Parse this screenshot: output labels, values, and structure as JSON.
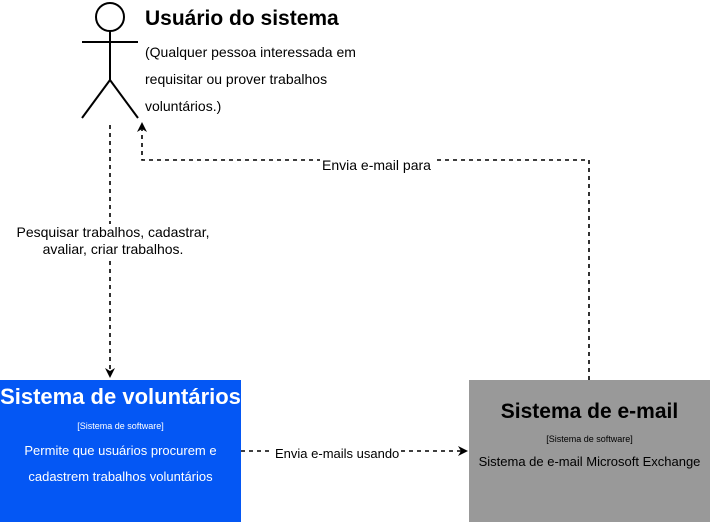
{
  "colors": {
    "voluntarios_fill": "#0457F4",
    "email_fill": "#999999",
    "line": "#000000"
  },
  "actor": {
    "title": "Usuário do sistema",
    "description": "(Qualquer pessoa interessada em requisitar ou prover trabalhos voluntários.)"
  },
  "edges": {
    "user_to_voluntarios": "Pesquisar trabalhos, cadastrar, avaliar, criar trabalhos.",
    "email_to_user": "Envia e-mail para",
    "voluntarios_to_email": "Envia e-mails usando"
  },
  "systems": {
    "voluntarios": {
      "title": "Sistema de voluntários",
      "tag": "[Sistema de software]",
      "description": "Permite que usuários procurem e cadastrem trabalhos voluntários"
    },
    "email": {
      "title": "Sistema de e-mail",
      "tag": "[Sistema de software]",
      "description": "Sistema de e-mail Microsoft Exchange"
    }
  }
}
